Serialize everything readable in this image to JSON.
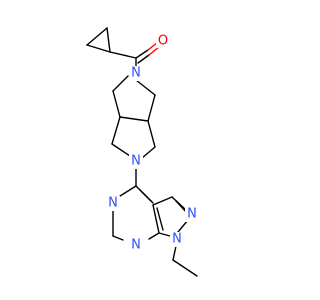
{
  "molecule": {
    "atoms": [
      {
        "element": "O",
        "color": "#ff0000"
      },
      {
        "element": "N",
        "color": "#3050f8"
      },
      {
        "element": "N",
        "color": "#3050f8"
      },
      {
        "element": "N",
        "color": "#3050f8"
      },
      {
        "element": "N",
        "color": "#3050f8"
      },
      {
        "element": "N",
        "color": "#3050f8"
      },
      {
        "element": "N",
        "color": "#3050f8"
      }
    ]
  }
}
